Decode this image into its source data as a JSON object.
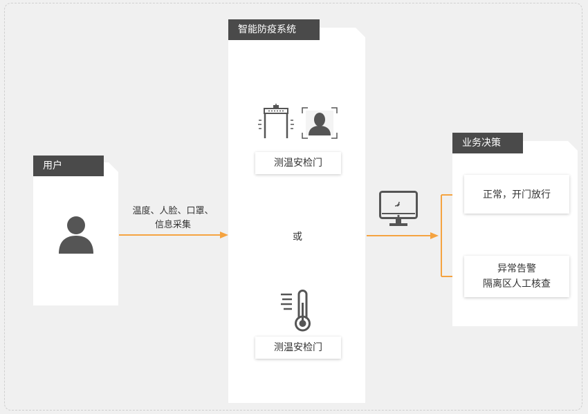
{
  "user": {
    "tag": "用户"
  },
  "collect_label": [
    "温度、人脸、口罩、",
    "信息采集"
  ],
  "system": {
    "tag": "智能防疫系统",
    "option_a_label": "测温安检门",
    "or_label": "或",
    "option_b_label": "测温安检门"
  },
  "decision": {
    "tag": "业务决策",
    "outcomes": [
      {
        "lines": [
          "正常，开门放行"
        ]
      },
      {
        "lines": [
          "异常告警",
          "隔离区人工核查"
        ]
      }
    ]
  },
  "colors": {
    "accent": "#f5a340",
    "tag_bg": "#4a4a4a",
    "icon": "#555555",
    "background": "#f0f0f0"
  }
}
